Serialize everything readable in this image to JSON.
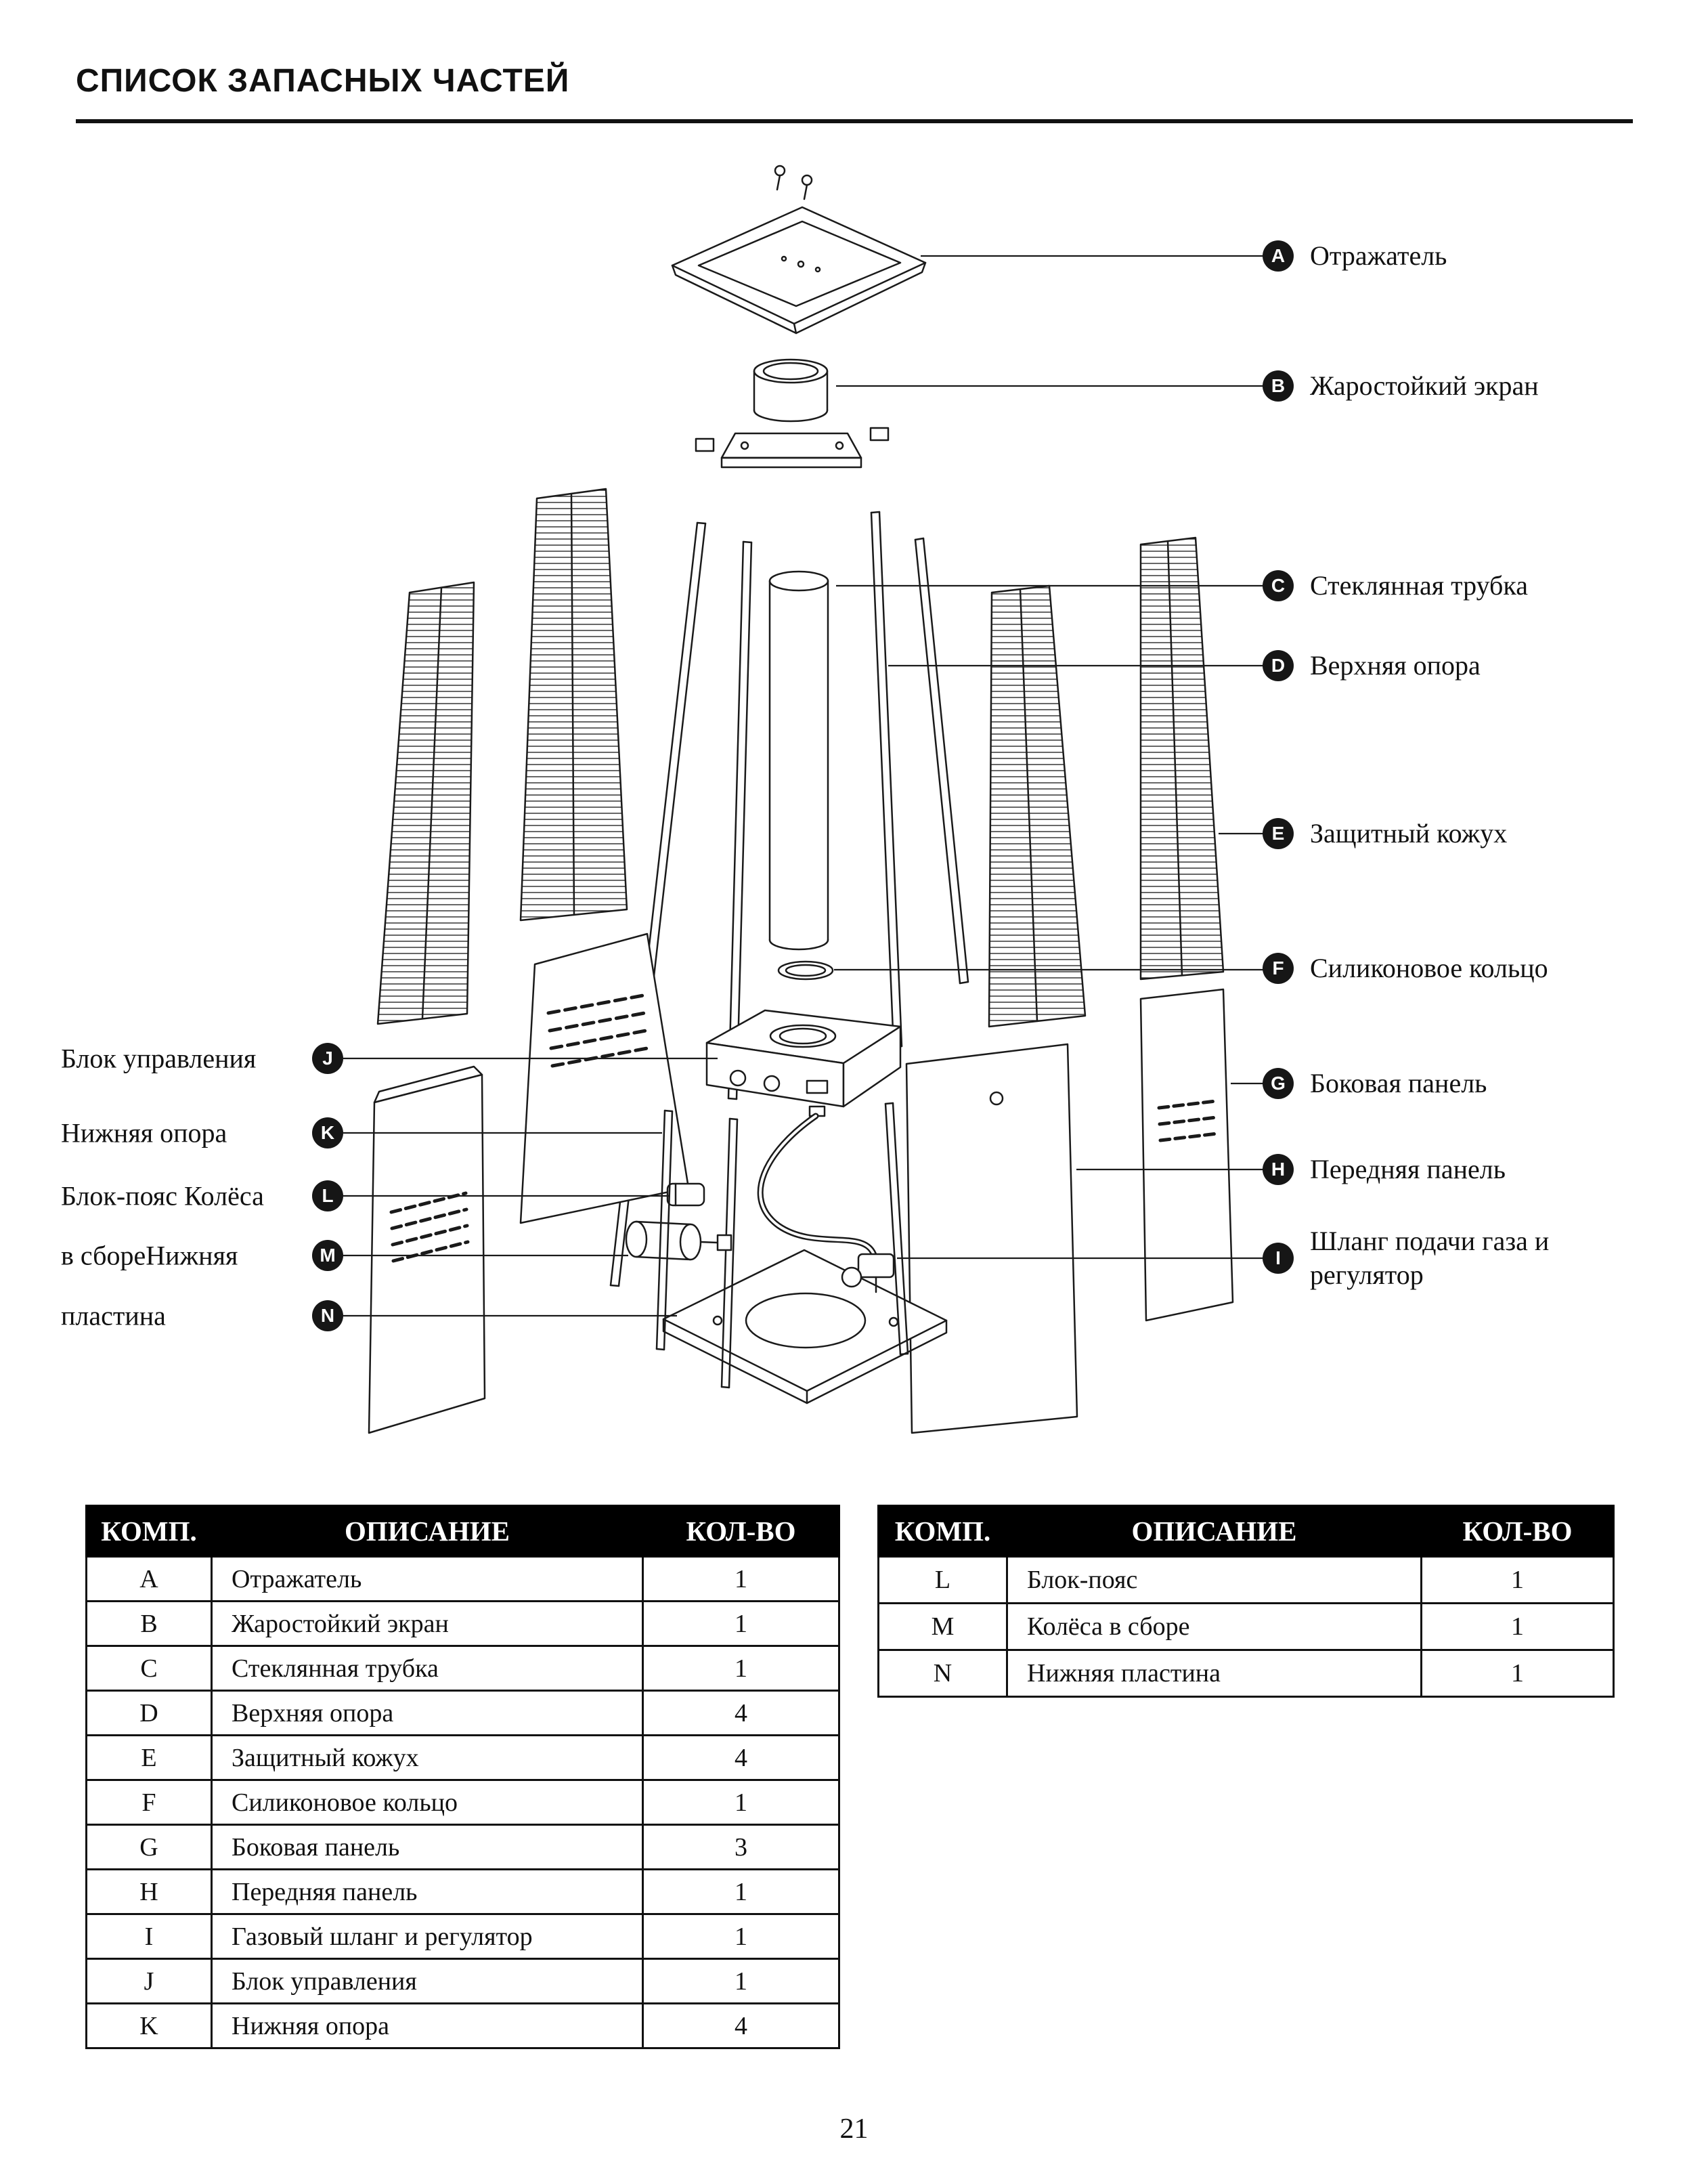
{
  "page": {
    "title": "СПИСОК ЗАПАСНЫХ ЧАСТЕЙ",
    "page_number": "21"
  },
  "callouts": {
    "right": [
      {
        "letter": "A",
        "label": "Отражатель"
      },
      {
        "letter": "B",
        "label": "Жаростойкий экран"
      },
      {
        "letter": "C",
        "label": "Стеклянная трубка"
      },
      {
        "letter": "D",
        "label": "Верхняя опора"
      },
      {
        "letter": "E",
        "label": "Защитный кожух"
      },
      {
        "letter": "F",
        "label": "Силиконовое кольцо"
      },
      {
        "letter": "G",
        "label": "Боковая панель"
      },
      {
        "letter": "H",
        "label": "Передняя панель"
      },
      {
        "letter": "I",
        "label": "Шланг подачи газа и регулятор"
      }
    ],
    "left": [
      {
        "letter": "J",
        "label": "Блок управления"
      },
      {
        "letter": "K",
        "label": "Нижняя опора"
      },
      {
        "letter": "L",
        "label": "Блок-пояс Колёса"
      },
      {
        "letter": "M",
        "label": "в сбореНижняя"
      },
      {
        "letter": "N",
        "label": "пластина"
      }
    ]
  },
  "tables": {
    "left": {
      "headers": [
        "КОМП.",
        "ОПИСАНИЕ",
        "КОЛ-ВО"
      ],
      "rows": [
        {
          "letter": "A",
          "desc": "Отражатель",
          "qty": "1"
        },
        {
          "letter": "B",
          "desc": "Жаростойкий экран",
          "qty": "1"
        },
        {
          "letter": "C",
          "desc": "Стеклянная трубка",
          "qty": "1"
        },
        {
          "letter": "D",
          "desc": "Верхняя опора",
          "qty": "4"
        },
        {
          "letter": "E",
          "desc": "Защитный кожух",
          "qty": "4"
        },
        {
          "letter": "F",
          "desc": "Силиконовое кольцо",
          "qty": "1"
        },
        {
          "letter": "G",
          "desc": "Боковая панель",
          "qty": "3"
        },
        {
          "letter": "H",
          "desc": "Передняя панель",
          "qty": "1"
        },
        {
          "letter": "I",
          "desc": "Газовый шланг и регулятор",
          "qty": "1"
        },
        {
          "letter": "J",
          "desc": "Блок управления",
          "qty": "1"
        },
        {
          "letter": "K",
          "desc": "Нижняя опора",
          "qty": "4"
        }
      ]
    },
    "right": {
      "headers": [
        "КОМП.",
        "ОПИСАНИЕ",
        "КОЛ-ВО"
      ],
      "rows": [
        {
          "letter": "L",
          "desc": "Блок-пояс",
          "qty": "1"
        },
        {
          "letter": "M",
          "desc": "Колёса в сборе",
          "qty": "1"
        },
        {
          "letter": "N",
          "desc": "Нижняя пластина",
          "qty": "1"
        }
      ]
    }
  }
}
